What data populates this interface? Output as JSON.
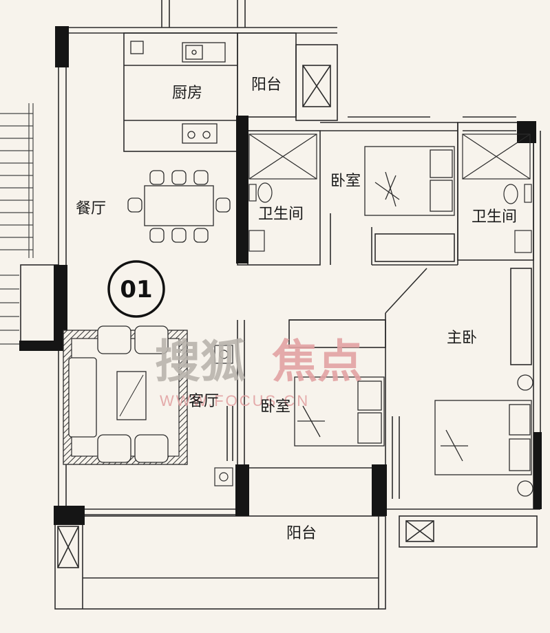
{
  "floor_plan": {
    "unit_number": "01",
    "rooms": {
      "kitchen": "厨房",
      "balcony_north": "阳台",
      "dining_room": "餐厅",
      "bathroom_1": "卫生间",
      "bedroom_1": "卧室",
      "bathroom_2": "卫生间",
      "master_bedroom": "主卧",
      "living_room": "客厅",
      "bedroom_2": "卧室",
      "balcony_south": "阳台"
    }
  },
  "watermark": {
    "text_gray": "搜狐",
    "text_red": "焦点",
    "url": "WWW.FOCUS.CN"
  },
  "colors": {
    "background": "#f7f3ec",
    "line": "#2b2b2b",
    "wall": "#151515",
    "watermark_gray": "#b9b4ad",
    "watermark_red": "#e2a3a3"
  }
}
